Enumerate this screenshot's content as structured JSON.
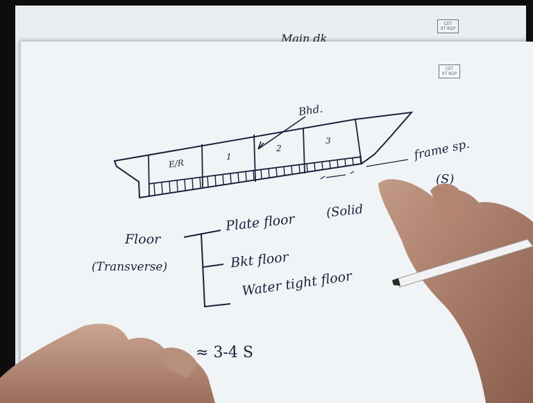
{
  "stamps": {
    "top_line1": "IIT KGP",
    "top_line2": "CET",
    "front_line1": "IIT KGP",
    "front_line2": "CET"
  },
  "labels": {
    "main_deck": "Main dk",
    "bulkhead": "Bhd.",
    "compartments": [
      "E/R",
      "1",
      "2",
      "3"
    ],
    "frame_spacing": "frame sp.",
    "frame_spacing_symbol": "(S)",
    "floor": "Floor",
    "transverse": "(Transverse)",
    "floor_types": [
      "Plate floor",
      "Bkt floor",
      "Water tight floor"
    ],
    "solid_note": "(Solid",
    "bottom_note": "≈ 3-4 S"
  }
}
